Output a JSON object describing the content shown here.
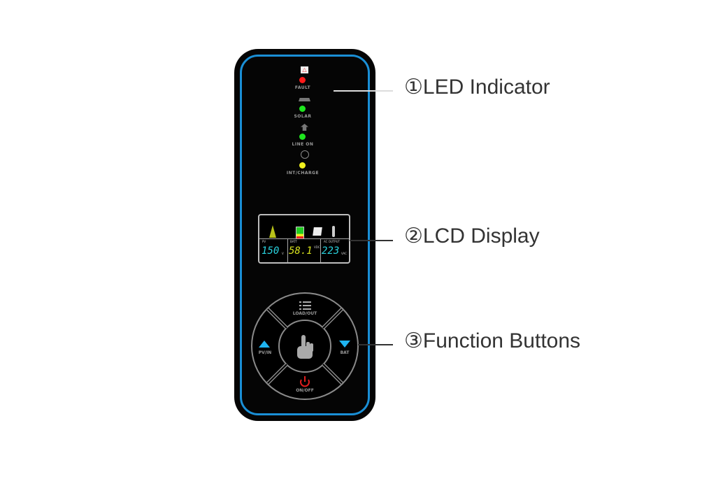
{
  "leds": [
    {
      "label": "FAULT",
      "color": "#ff1a1a"
    },
    {
      "label": "SOLAR",
      "color": "#1ee61e"
    },
    {
      "label": "LINE ON",
      "color": "#1ee61e"
    },
    {
      "label": "INT/CHARGE",
      "color": "#f0f01e"
    }
  ],
  "lcd": {
    "pv_label": "PV",
    "pv_value": "150",
    "pv_unit": "V",
    "batt_label": "BATT",
    "batt_value": "58.1",
    "batt_unit": "VDC",
    "out_label": "AC OUTPUT",
    "out_value": "223",
    "out_unit": "VAC"
  },
  "buttons": {
    "top": "LOAD/OUT",
    "left": "PV/IN",
    "right": "BAT",
    "bottom": "ON/OFF"
  },
  "callouts": [
    "①LED Indicator",
    "②LCD Display",
    "③Function Buttons"
  ],
  "colors": {
    "frame": "#1a8fd6",
    "lcd_digits": "#2ad4e0",
    "batt_digits": "#d6e01e"
  }
}
